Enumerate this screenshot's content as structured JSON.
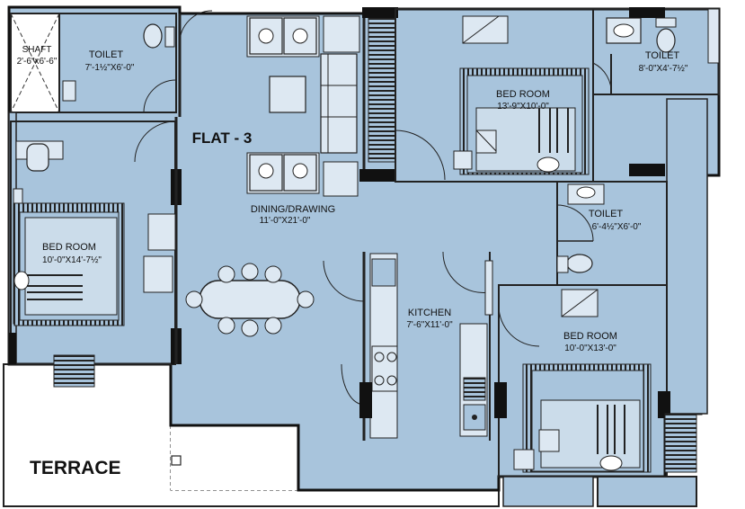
{
  "plan": {
    "flat_title": "FLAT - 3",
    "terrace_label": "TERRACE",
    "rooms": {
      "toilet_tl": {
        "name": "TOILET",
        "dim": "7'-1½\"X6'-0\""
      },
      "shaft": {
        "name": "SHAFT",
        "dim": "2'-6\"x6'-6\""
      },
      "toilet_tr": {
        "name": "TOILET",
        "dim": "8'-0\"X4'-7½\""
      },
      "bed_tc": {
        "name": "BED ROOM",
        "dim": "13'-9\"X10'-0\""
      },
      "dining": {
        "name": "DINING/DRAWING",
        "dim": "11'-0\"X21'-0\""
      },
      "toilet_mr": {
        "name": "TOILET",
        "dim": "6'-4½\"X6'-0\""
      },
      "bed_left": {
        "name": "BED ROOM",
        "dim": "10'-0\"X14'-7½\""
      },
      "kitchen": {
        "name": "KITCHEN",
        "dim": "7'-6\"X11'-0\""
      },
      "bed_br": {
        "name": "BED ROOM",
        "dim": "10'-0\"X13'-0\""
      }
    },
    "colors": {
      "floor": "#a8c4dc",
      "wall": "#1a1a1a",
      "line": "#222222"
    }
  }
}
